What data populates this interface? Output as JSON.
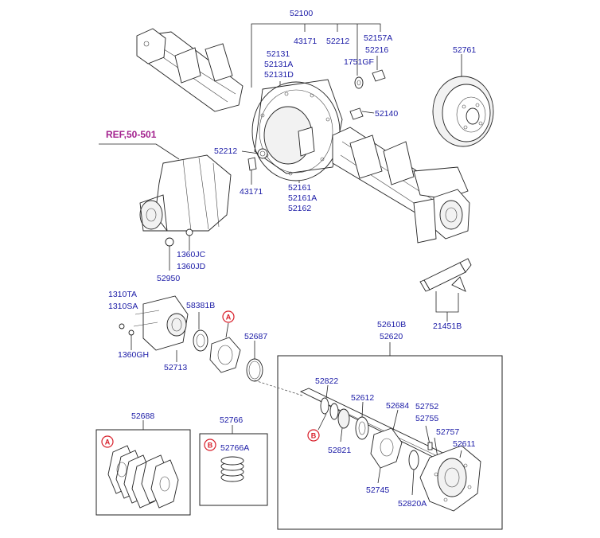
{
  "ref_label": "REF,50-501",
  "markers": {
    "a": "A",
    "b": "B"
  },
  "labels": {
    "p52100": "52100",
    "p43171_top": "43171",
    "p52212_top": "52212",
    "p52157A": "52157A",
    "p52216": "52216",
    "p1751GF": "1751GF",
    "p52131": "52131",
    "p52131A": "52131A",
    "p52131D": "52131D",
    "p52140": "52140",
    "p52761": "52761",
    "p52212_mid": "52212",
    "p43171_mid": "43171",
    "p52161": "52161",
    "p52161A": "52161A",
    "p52162": "52162",
    "p1360JC": "1360JC",
    "p1360JD": "1360JD",
    "p52950": "52950",
    "p21451B": "21451B",
    "p1310TA": "1310TA",
    "p1310SA": "1310SA",
    "p58381B": "58381B",
    "p1360GH": "1360GH",
    "p52713": "52713",
    "p52687": "52687",
    "p52610B": "52610B",
    "p52620": "52620",
    "p52822": "52822",
    "p52612": "52612",
    "p52684": "52684",
    "p52752": "52752",
    "p52755": "52755",
    "p52757": "52757",
    "p52611": "52611",
    "p52821": "52821",
    "p52745": "52745",
    "p52820A": "52820A",
    "p52688": "52688",
    "p52766": "52766",
    "p52766A": "52766A"
  },
  "colors": {
    "label": "#1a1aa6",
    "ref": "#a3218e",
    "marker": "#d81f2a",
    "line": "#222222"
  }
}
